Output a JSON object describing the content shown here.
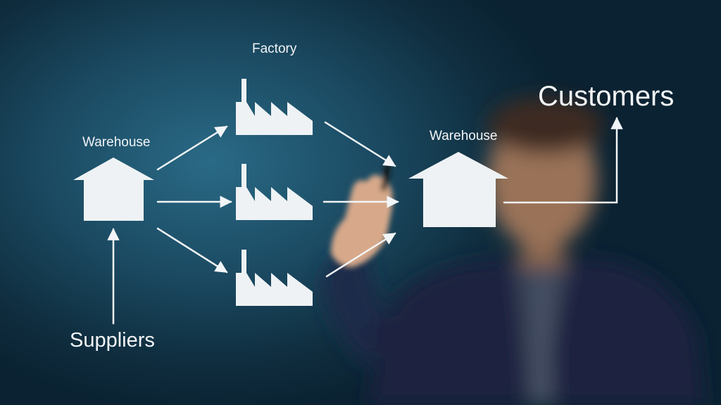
{
  "diagram": {
    "labels": {
      "factory": "Factory",
      "warehouse_left": "Warehouse",
      "warehouse_right": "Warehouse",
      "suppliers": "Suppliers",
      "customers": "Customers"
    },
    "icons": {
      "warehouse": "house-icon",
      "factory": "factory-icon",
      "connector": "arrow-icon"
    },
    "colors": {
      "background_light": "#2a6a86",
      "background_dark": "#0a2232",
      "drawing": "#f2f5f7",
      "suit": "#1a2240"
    }
  }
}
